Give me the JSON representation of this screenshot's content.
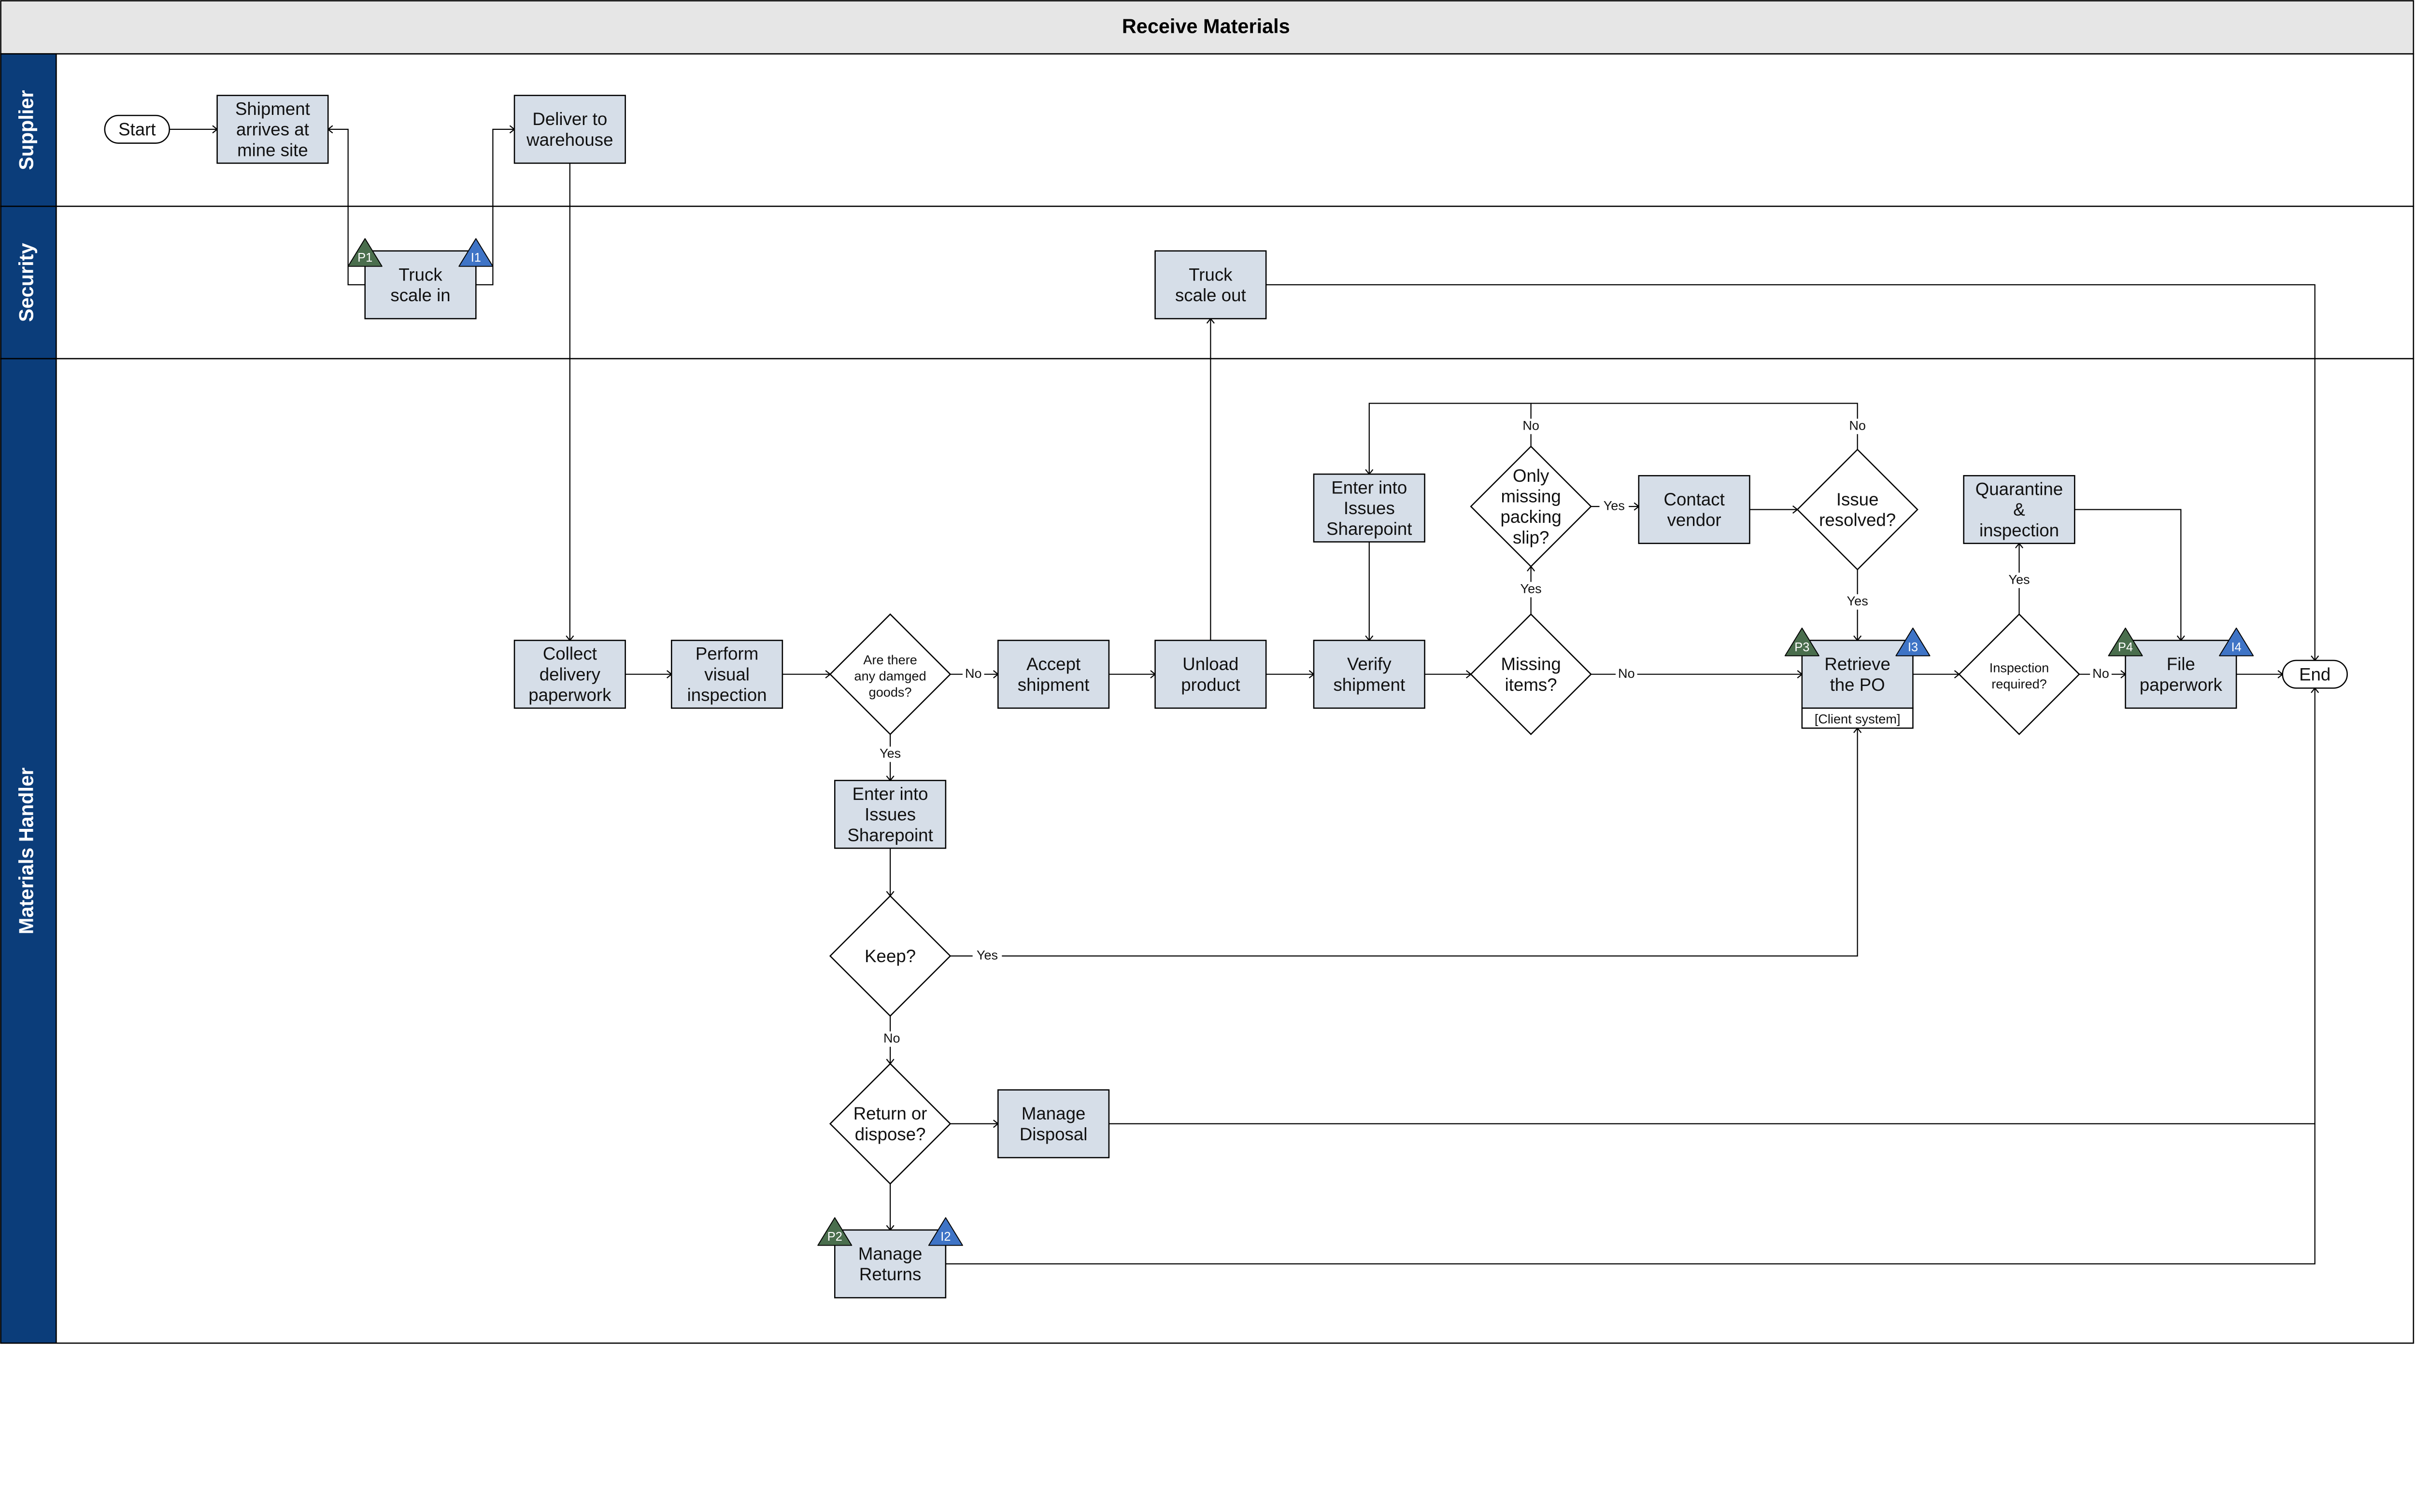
{
  "title": "Receive Materials",
  "colors": {
    "lane_header": "#0b3d7a",
    "task_fill": "#d6dee8",
    "title_bar": "#e6e6e6",
    "people_badge": "#4a6e4d",
    "info_badge": "#3f74c6"
  },
  "lanes": [
    {
      "id": "supplier",
      "label": "Supplier"
    },
    {
      "id": "security",
      "label": "Security"
    },
    {
      "id": "materials",
      "label": "Materials Handler"
    }
  ],
  "nodes": [
    {
      "id": "start",
      "type": "terminal",
      "lines": [
        "Start"
      ]
    },
    {
      "id": "shipment",
      "type": "task",
      "lines": [
        "Shipment",
        "arrives at",
        "mine site"
      ]
    },
    {
      "id": "deliver",
      "type": "task",
      "lines": [
        "Deliver to",
        "warehouse"
      ]
    },
    {
      "id": "scalein",
      "type": "task",
      "lines": [
        "Truck",
        "scale in"
      ]
    },
    {
      "id": "scaleout",
      "type": "task",
      "lines": [
        "Truck",
        "scale out"
      ]
    },
    {
      "id": "collect",
      "type": "task",
      "lines": [
        "Collect",
        "delivery",
        "paperwork"
      ]
    },
    {
      "id": "perform",
      "type": "task",
      "lines": [
        "Perform",
        "visual",
        "inspection"
      ]
    },
    {
      "id": "damaged",
      "type": "decision",
      "small": true,
      "lines": [
        "Are there",
        "any damged",
        "goods?"
      ]
    },
    {
      "id": "accept",
      "type": "task",
      "lines": [
        "Accept",
        "shipment"
      ]
    },
    {
      "id": "unload",
      "type": "task",
      "lines": [
        "Unload",
        "product"
      ]
    },
    {
      "id": "verify",
      "type": "task",
      "lines": [
        "Verify",
        "shipment"
      ]
    },
    {
      "id": "missing",
      "type": "decision",
      "lines": [
        "Missing",
        "items?"
      ]
    },
    {
      "id": "retrieve",
      "type": "task",
      "lines": [
        "Retrieve",
        "the PO"
      ],
      "sub": "[Client system]"
    },
    {
      "id": "inspreq",
      "type": "decision",
      "small": true,
      "lines": [
        "Inspection",
        "required?"
      ]
    },
    {
      "id": "file",
      "type": "task",
      "lines": [
        "File",
        "paperwork"
      ]
    },
    {
      "id": "end",
      "type": "terminal",
      "lines": [
        "End"
      ]
    },
    {
      "id": "issues1",
      "type": "task",
      "lines": [
        "Enter into",
        "Issues",
        "Sharepoint"
      ]
    },
    {
      "id": "packing",
      "type": "decision",
      "lines": [
        "Only",
        "missing",
        "packing",
        "slip?"
      ]
    },
    {
      "id": "contact",
      "type": "task",
      "lines": [
        "Contact",
        "vendor"
      ]
    },
    {
      "id": "resolved",
      "type": "decision",
      "lines": [
        "Issue",
        "resolved?"
      ]
    },
    {
      "id": "quarantine",
      "type": "task",
      "lines": [
        "Quarantine",
        "&",
        "inspection"
      ]
    },
    {
      "id": "issues2",
      "type": "task",
      "lines": [
        "Enter into",
        "Issues",
        "Sharepoint"
      ]
    },
    {
      "id": "keep",
      "type": "decision",
      "lines": [
        "Keep?"
      ]
    },
    {
      "id": "returnq",
      "type": "decision",
      "lines": [
        "Return or",
        "dispose?"
      ]
    },
    {
      "id": "disposal",
      "type": "task",
      "lines": [
        "Manage",
        "Disposal"
      ]
    },
    {
      "id": "returns",
      "type": "task",
      "lines": [
        "Manage",
        "Returns"
      ]
    }
  ],
  "badges": [
    {
      "label": "P1",
      "kind": "people",
      "node": "scalein",
      "corner": "left"
    },
    {
      "label": "I1",
      "kind": "info",
      "node": "scalein",
      "corner": "right"
    },
    {
      "label": "P2",
      "kind": "people",
      "node": "returns",
      "corner": "left"
    },
    {
      "label": "I2",
      "kind": "info",
      "node": "returns",
      "corner": "right"
    },
    {
      "label": "P3",
      "kind": "people",
      "node": "retrieve",
      "corner": "left"
    },
    {
      "label": "I3",
      "kind": "info",
      "node": "retrieve",
      "corner": "right"
    },
    {
      "label": "P4",
      "kind": "people",
      "node": "file",
      "corner": "left"
    },
    {
      "label": "I4",
      "kind": "info",
      "node": "file",
      "corner": "right"
    }
  ],
  "edges": [
    {
      "from": "start",
      "to": "shipment"
    },
    {
      "from": "scalein",
      "to": "shipment"
    },
    {
      "from": "scalein",
      "to": "deliver"
    },
    {
      "from": "deliver",
      "to": "collect"
    },
    {
      "from": "collect",
      "to": "perform"
    },
    {
      "from": "perform",
      "to": "damaged"
    },
    {
      "from": "damaged",
      "to": "accept",
      "label": "No"
    },
    {
      "from": "damaged",
      "to": "issues2",
      "label": "Yes"
    },
    {
      "from": "accept",
      "to": "unload"
    },
    {
      "from": "unload",
      "to": "scaleout"
    },
    {
      "from": "scaleout",
      "to": "end"
    },
    {
      "from": "unload",
      "to": "verify"
    },
    {
      "from": "verify",
      "to": "missing"
    },
    {
      "from": "missing",
      "to": "retrieve",
      "label": "No"
    },
    {
      "from": "missing",
      "to": "packing",
      "label": "Yes"
    },
    {
      "from": "packing",
      "to": "issues1",
      "label": "No"
    },
    {
      "from": "packing",
      "to": "contact",
      "label": "Yes"
    },
    {
      "from": "contact",
      "to": "resolved"
    },
    {
      "from": "resolved",
      "to": "issues1",
      "label": "No"
    },
    {
      "from": "resolved",
      "to": "retrieve",
      "label": "Yes"
    },
    {
      "from": "issues1",
      "to": "verify"
    },
    {
      "from": "retrieve",
      "to": "inspreq"
    },
    {
      "from": "inspreq",
      "to": "quarantine",
      "label": "Yes"
    },
    {
      "from": "inspreq",
      "to": "file",
      "label": "No"
    },
    {
      "from": "quarantine",
      "to": "file"
    },
    {
      "from": "file",
      "to": "end"
    },
    {
      "from": "issues2",
      "to": "keep"
    },
    {
      "from": "keep",
      "to": "retrieve",
      "label": "Yes"
    },
    {
      "from": "keep",
      "to": "returnq",
      "label": "No"
    },
    {
      "from": "returnq",
      "to": "disposal"
    },
    {
      "from": "returnq",
      "to": "returns"
    },
    {
      "from": "disposal",
      "to": "end"
    },
    {
      "from": "returns",
      "to": "end"
    }
  ]
}
